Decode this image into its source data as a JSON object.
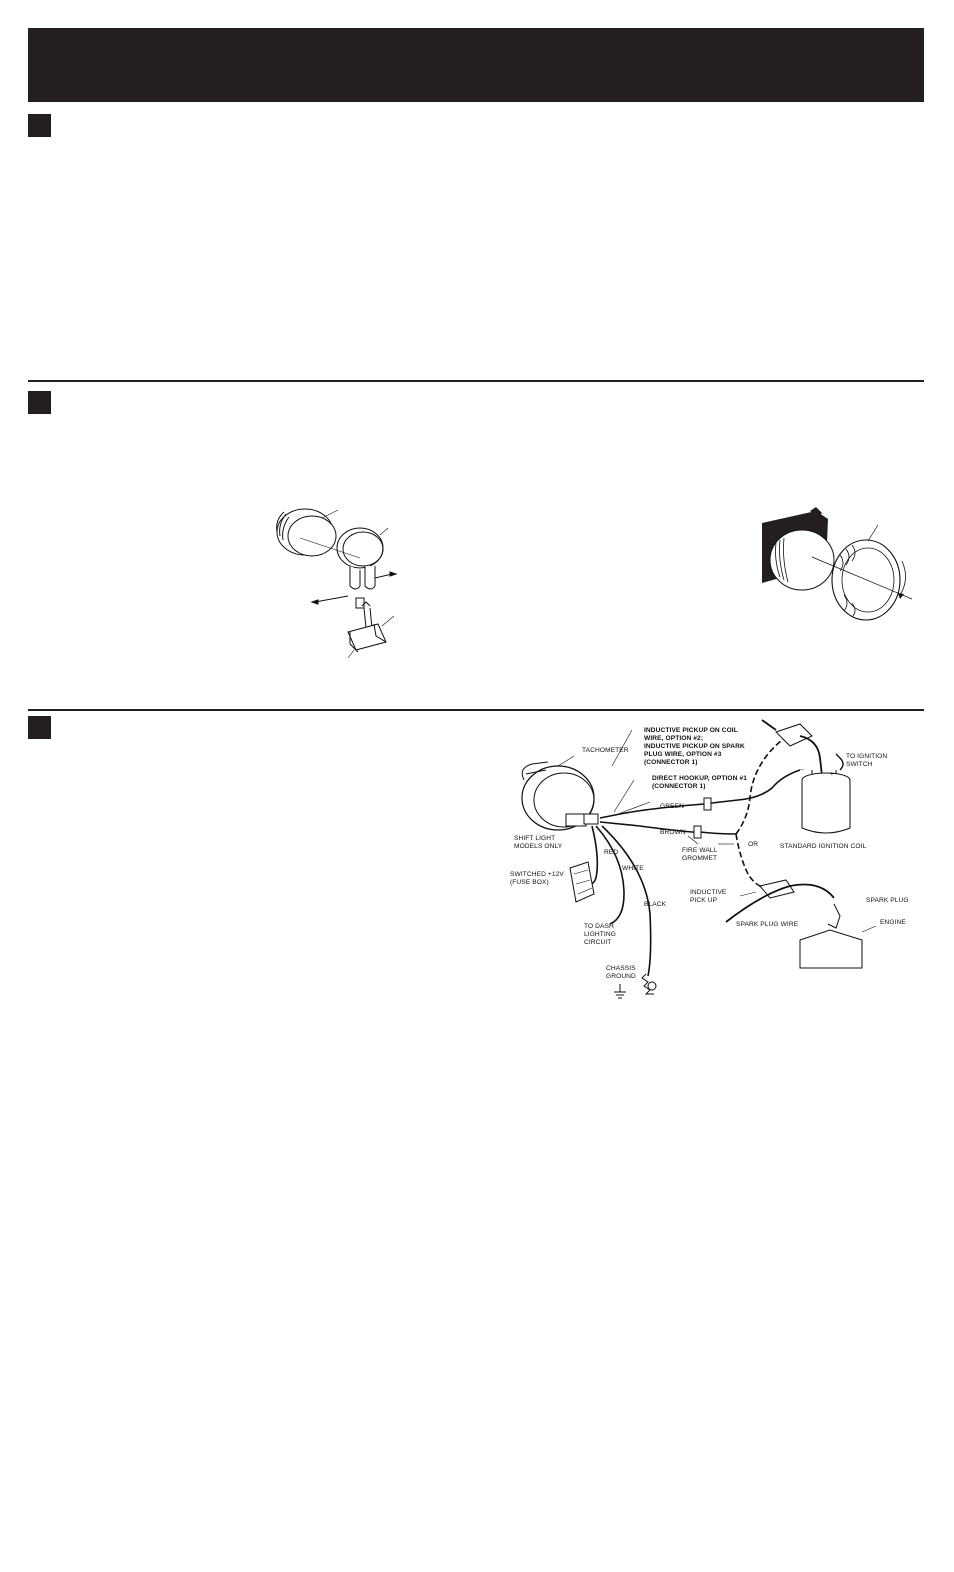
{
  "sections": [
    {
      "id": "step-1"
    },
    {
      "id": "step-2"
    },
    {
      "id": "step-3"
    }
  ],
  "wiring": {
    "tachometer": "TACHOMETER",
    "inductive_coil_1": "INDUCTIVE PICKUP ON COIL",
    "inductive_coil_2": "WIRE, OPTION #2;",
    "inductive_coil_3": "INDUCTIVE PICKUP ON SPARK",
    "inductive_coil_4": "PLUG WIRE, OPTION #3",
    "inductive_coil_5": "(CONNECTOR 1)",
    "direct_hookup_1": "DIRECT HOOKUP, OPTION #1",
    "direct_hookup_2": "(CONNECTOR 1)",
    "to_ignition_1": "TO IGNITION",
    "to_ignition_2": "SWITCH",
    "minus": "−",
    "plus": "+",
    "green": "GREEN",
    "brown": "BROWN",
    "standard_coil": "STANDARD IGNITION COIL",
    "firewall_1": "FIRE WALL",
    "firewall_2": "GROMMET",
    "or": "OR",
    "shift_light_1": "SHIFT LIGHT",
    "shift_light_2": "MODELS ONLY",
    "red": "RED",
    "white": "WHITE",
    "black": "BLACK",
    "switched_1": "SWITCHED +12V",
    "switched_2": "(FUSE BOX)",
    "to_dash_1": "TO DASH",
    "to_dash_2": "LIGHTING",
    "to_dash_3": "CIRCUIT",
    "inductive_pickup_1": "INDUCTIVE",
    "inductive_pickup_2": "PICK UP",
    "spark_plug": "SPARK PLUG",
    "engine": "ENGINE",
    "spark_plug_wire": "SPARK PLUG WIRE",
    "chassis_1": "CHASSIS",
    "chassis_2": "GROUND"
  }
}
